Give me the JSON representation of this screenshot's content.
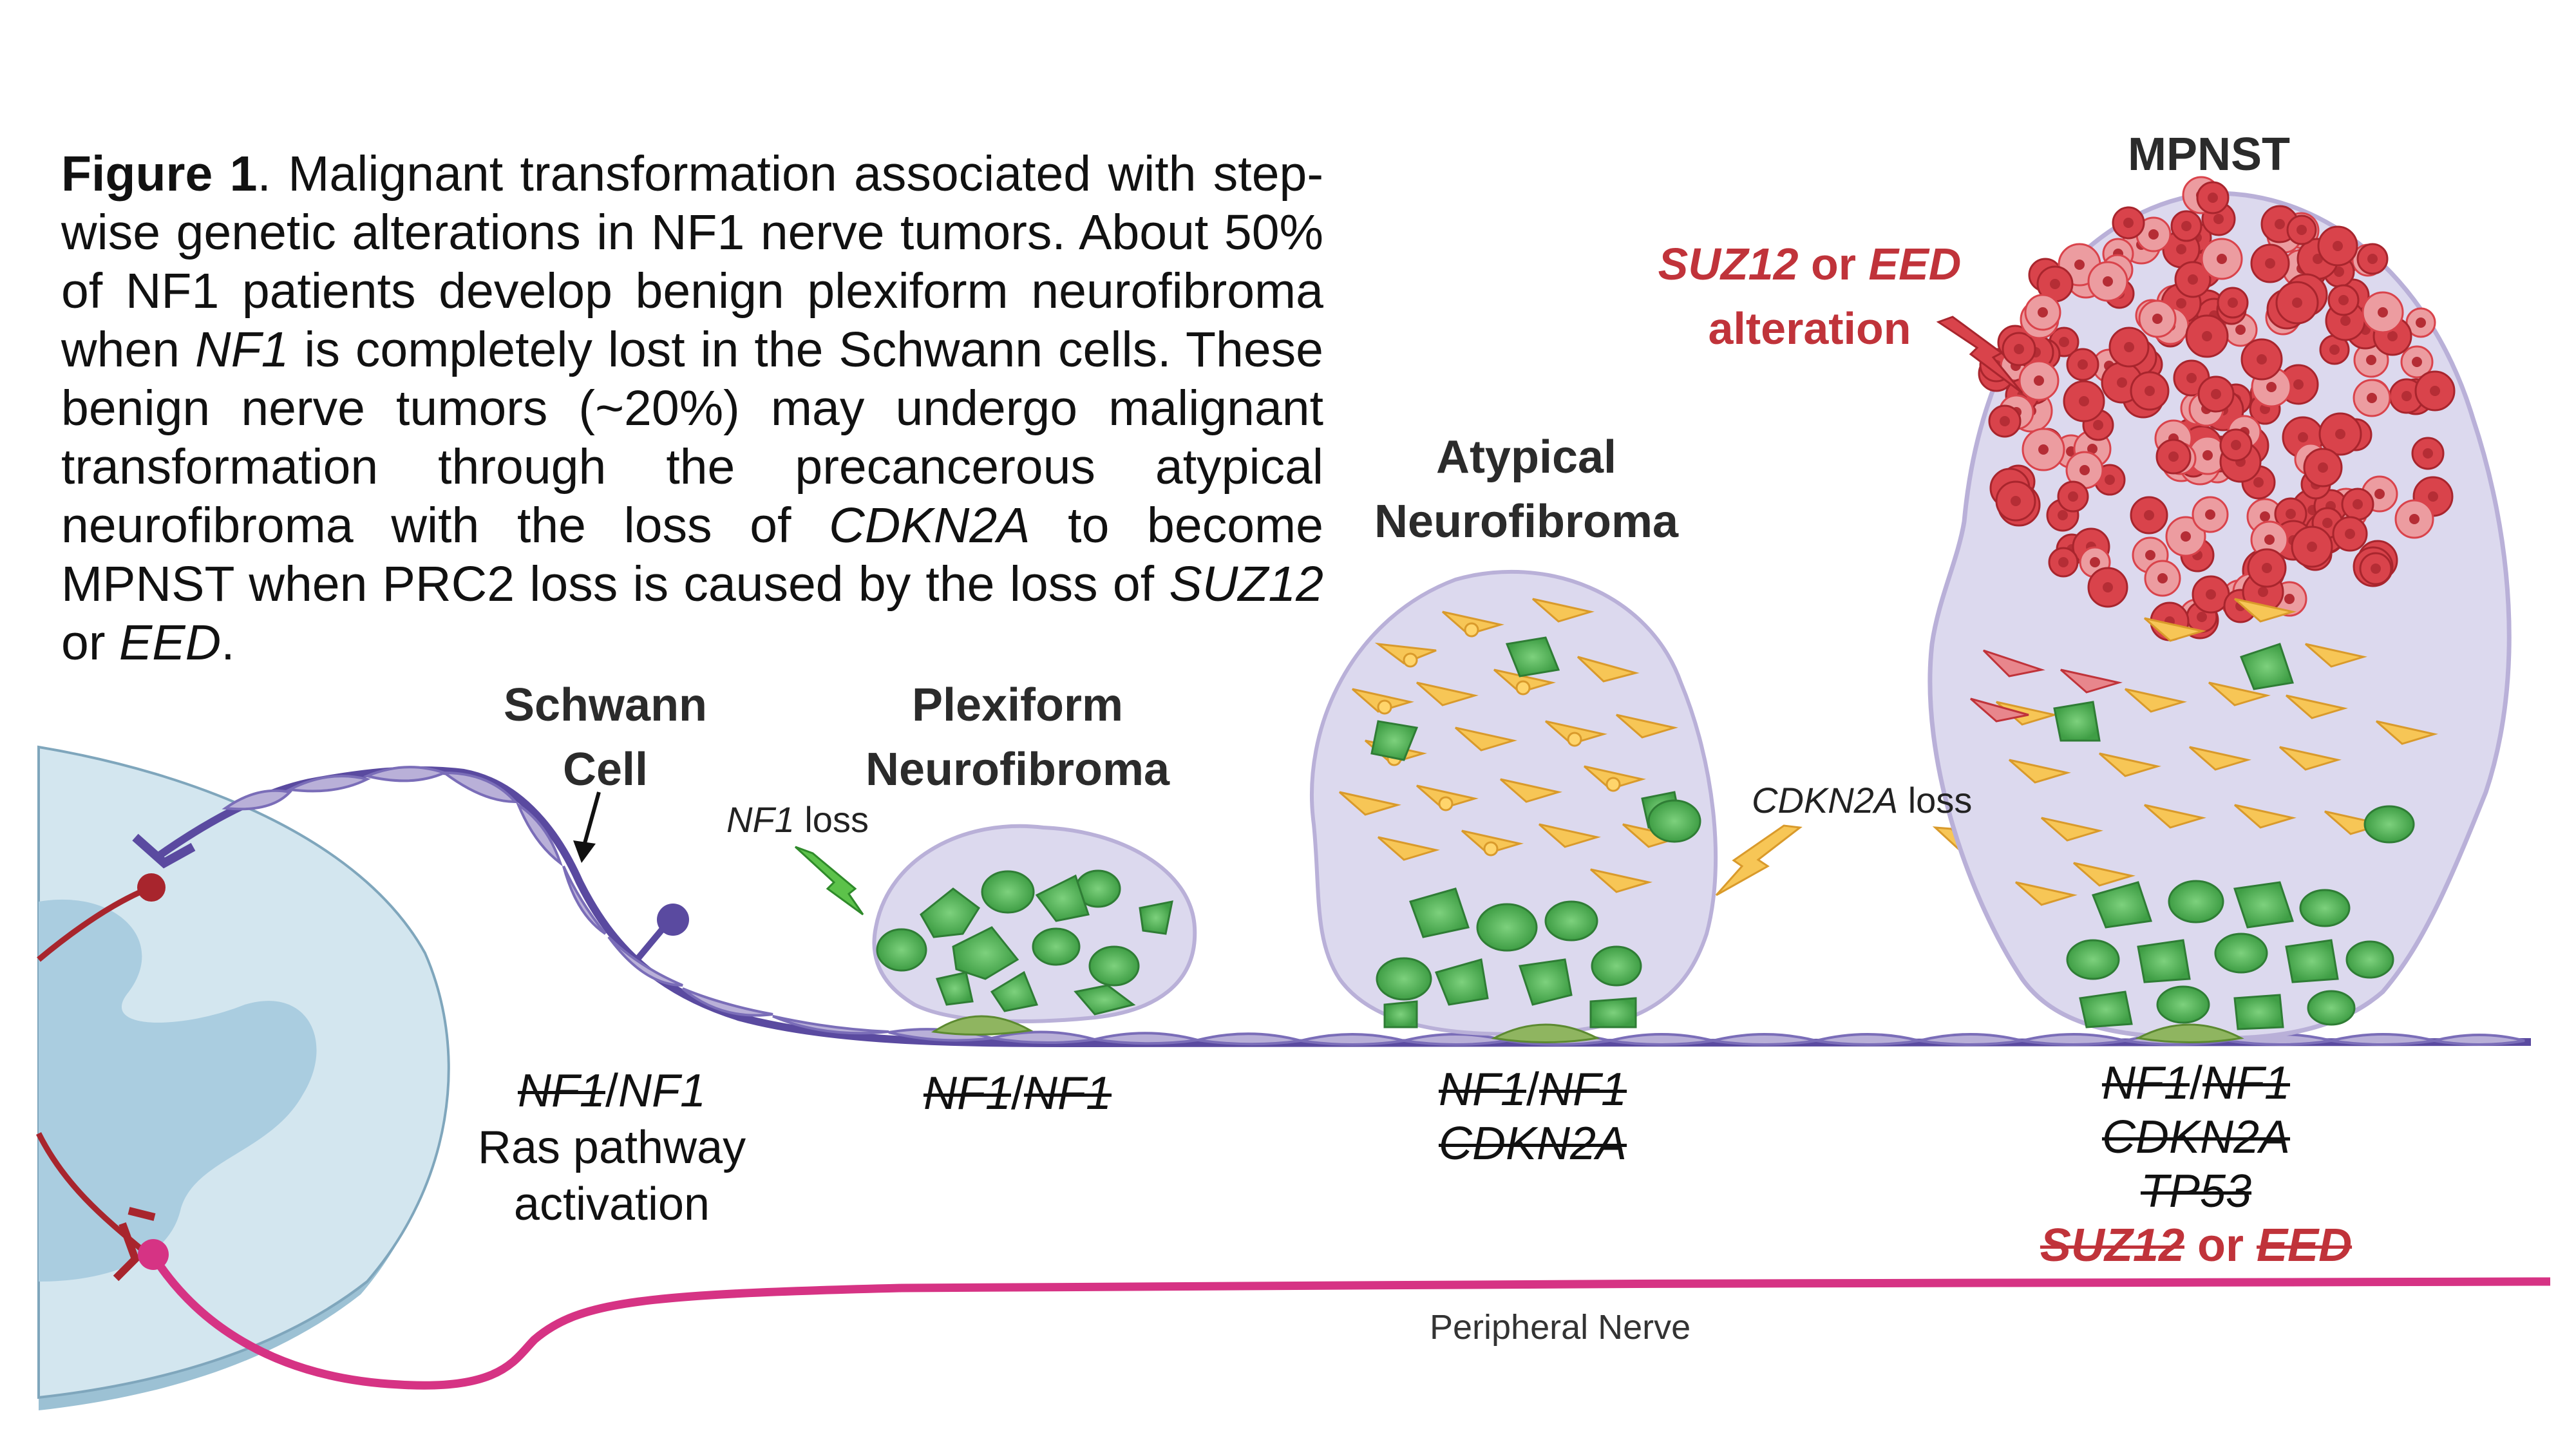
{
  "caption": {
    "figure_label": "Figure 1",
    "p1": ". Malignant transformation associated with step-wise genetic alterations in NF1 nerve tumors. About 50% of NF1 patients develop benign plexiform neurofibroma when ",
    "gene_nf1": "NF1",
    "p2": " is completely lost in the Schwann cells. These benign nerve tumors (~20%) may undergo malignant transformation through the precancerous atypical neurofibroma with the loss of ",
    "gene_cdkn2a": "CDKN2A",
    "p3": " to become MPNST when PRC2 loss is caused by the loss of ",
    "gene_suz12": "SUZ12",
    "or": " or ",
    "gene_eed": "EED",
    "end": "."
  },
  "stages": {
    "schwann": {
      "title1": "Schwann",
      "title2": "Cell"
    },
    "plexiform": {
      "title1": "Plexiform",
      "title2": "Neurofibroma"
    },
    "atypical": {
      "title1": "Atypical",
      "title2": "Neurofibroma"
    },
    "mpnst": {
      "title": "MPNST"
    }
  },
  "events": {
    "nf1_loss_gene": "NF1",
    "nf1_loss_word": "loss",
    "cdkn2a_loss_gene": "CDKN2A",
    "cdkn2a_loss_word": "loss",
    "suz12": "SUZ12",
    "or": "or",
    "eed": "EED",
    "alteration": "alteration"
  },
  "genotypes": {
    "schwann": {
      "g1": "NF1",
      "sep": "/",
      "g2": "NF1",
      "l2": "Ras pathway",
      "l3": "activation"
    },
    "plexiform": {
      "g1": "NF1",
      "sep": "/",
      "g2": "NF1"
    },
    "atypical": {
      "g1": "NF1",
      "sep": "/",
      "g2": "NF1",
      "g3": "CDKN2A"
    },
    "mpnst": {
      "g1": "NF1",
      "sep": "/",
      "g2": "NF1",
      "g3": "CDKN2A",
      "g4": "TP53",
      "g5a": "SUZ12",
      "g5or": "or",
      "g5b": "EED"
    }
  },
  "nerve_label": "Peripheral Nerve",
  "colors": {
    "axon": "#5a4aa0",
    "schwann_fill": "#b9b0d8",
    "tumor_fill": "#dcd9ee",
    "green_cell": "#5cb85c",
    "yellow_cell": "#f7c656",
    "red_cell": "#d9434b",
    "nerve_line": "#d63384",
    "spinal": "#cfe3ee",
    "accent_red": "#c0333a"
  }
}
